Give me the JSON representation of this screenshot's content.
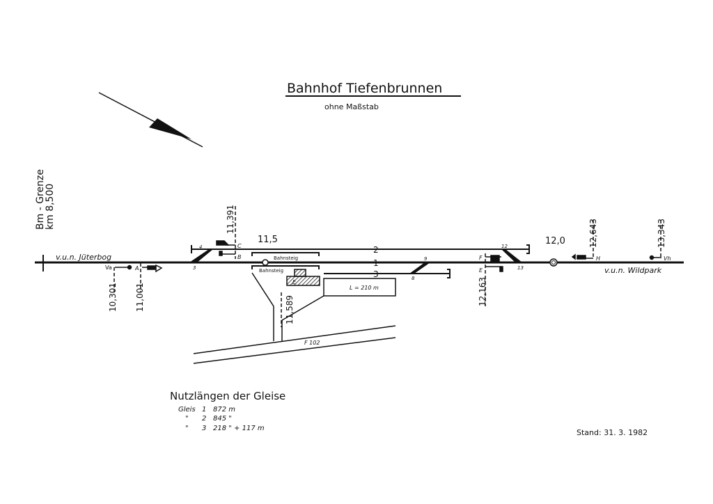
{
  "title": "Bahnhof Tiefenbrunnen",
  "subtitle": "ohne Maßstab",
  "boundary": {
    "line1": "Bm - Grenze",
    "line2": "km 8,500"
  },
  "directions": {
    "left": "v.u.n. Jüterbog",
    "right": "v.u.n. Wildpark"
  },
  "km_marks": [
    "10,301",
    "11,001",
    "11,391",
    "11,589",
    "12,163",
    "12,643",
    "13,343"
  ],
  "km_labels": [
    "11,5",
    "12,0"
  ],
  "signals": [
    "Va",
    "A",
    "B",
    "C",
    "E",
    "F",
    "H",
    "Vh"
  ],
  "switches": [
    "3",
    "4",
    "8",
    "9",
    "12",
    "13"
  ],
  "tracks": [
    "1",
    "2",
    "3"
  ],
  "platform_label": "Bahnsteig",
  "building_label": "E",
  "siding_length": "L = 210 m",
  "road": "F 102",
  "lengths": {
    "heading": "Nutzlängen der Gleise",
    "rows": [
      {
        "prefix": "Gleis",
        "track": "1",
        "value": "872 m"
      },
      {
        "prefix": "\"",
        "track": "2",
        "value": "845 \""
      },
      {
        "prefix": "\"",
        "track": "3",
        "value": "218 \" + 117 m"
      }
    ]
  },
  "stand": "Stand: 31. 3. 1982",
  "colors": {
    "ink": "#111111",
    "paper": "#ffffff"
  }
}
